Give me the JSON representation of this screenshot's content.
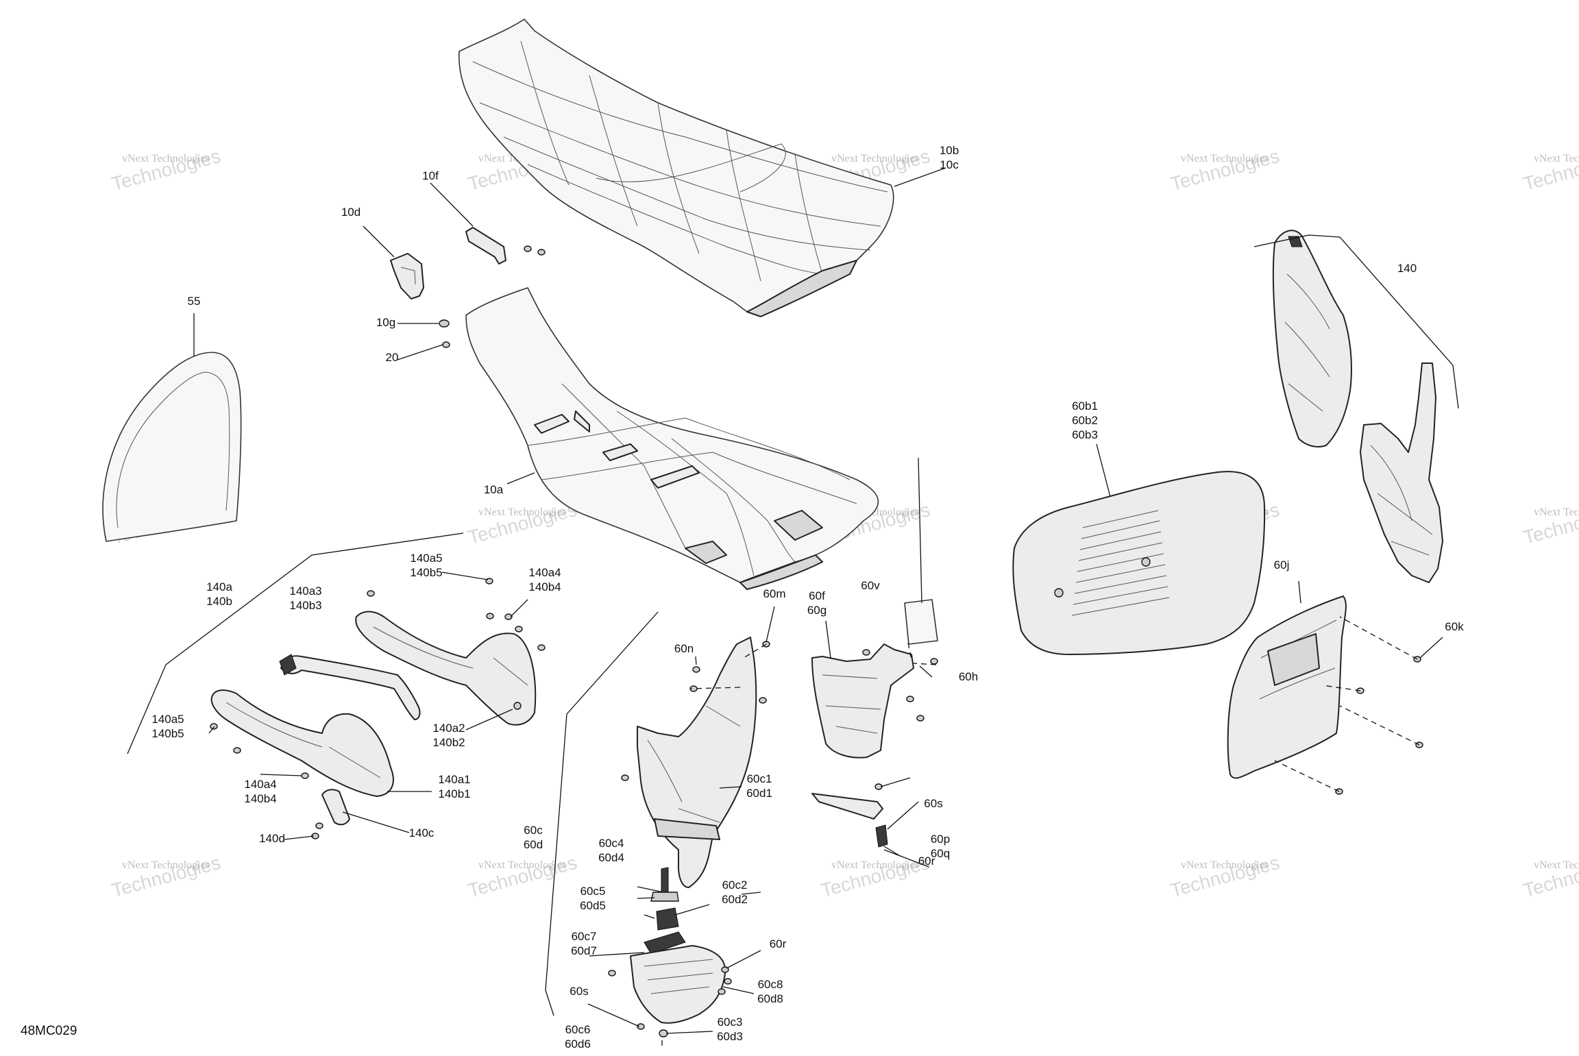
{
  "diagram": {
    "figure_code": "48MC029",
    "watermark": {
      "line1": "vNext Technologies",
      "line2": "Technologies"
    },
    "parts": [
      {
        "id": "10b",
        "lines": [
          "10b",
          "10c"
        ]
      },
      {
        "id": "10f",
        "lines": [
          "10f"
        ]
      },
      {
        "id": "10d",
        "lines": [
          "10d"
        ]
      },
      {
        "id": "10g",
        "lines": [
          "10g"
        ]
      },
      {
        "id": "20",
        "lines": [
          "20"
        ]
      },
      {
        "id": "55",
        "lines": [
          "55"
        ]
      },
      {
        "id": "10a",
        "lines": [
          "10a"
        ]
      },
      {
        "id": "140",
        "lines": [
          "140"
        ]
      },
      {
        "id": "60b",
        "lines": [
          "60b1",
          "60b2",
          "60b3"
        ]
      },
      {
        "id": "60j",
        "lines": [
          "60j"
        ]
      },
      {
        "id": "60k",
        "lines": [
          "60k"
        ]
      },
      {
        "id": "140a",
        "lines": [
          "140a",
          "140b"
        ]
      },
      {
        "id": "140a5_top",
        "lines": [
          "140a5",
          "140b5"
        ]
      },
      {
        "id": "140a4_top",
        "lines": [
          "140a4",
          "140b4"
        ]
      },
      {
        "id": "140a3",
        "lines": [
          "140a3",
          "140b3"
        ]
      },
      {
        "id": "140a2",
        "lines": [
          "140a2",
          "140b2"
        ]
      },
      {
        "id": "140a5_bot",
        "lines": [
          "140a5",
          "140b5"
        ]
      },
      {
        "id": "140a4_bot",
        "lines": [
          "140a4",
          "140b4"
        ]
      },
      {
        "id": "140a1",
        "lines": [
          "140a1",
          "140b1"
        ]
      },
      {
        "id": "140d",
        "lines": [
          "140d"
        ]
      },
      {
        "id": "140c",
        "lines": [
          "140c"
        ]
      },
      {
        "id": "60m",
        "lines": [
          "60m"
        ]
      },
      {
        "id": "60n",
        "lines": [
          "60n"
        ]
      },
      {
        "id": "60f",
        "lines": [
          "60f",
          "60g"
        ]
      },
      {
        "id": "60v",
        "lines": [
          "60v"
        ]
      },
      {
        "id": "60h",
        "lines": [
          "60h"
        ]
      },
      {
        "id": "60s_top",
        "lines": [
          "60s"
        ]
      },
      {
        "id": "60p",
        "lines": [
          "60p",
          "60q"
        ]
      },
      {
        "id": "60r_top",
        "lines": [
          "60r"
        ]
      },
      {
        "id": "60c1",
        "lines": [
          "60c1",
          "60d1"
        ]
      },
      {
        "id": "60c",
        "lines": [
          "60c",
          "60d"
        ]
      },
      {
        "id": "60c4",
        "lines": [
          "60c4",
          "60d4"
        ]
      },
      {
        "id": "60c5",
        "lines": [
          "60c5",
          "60d5"
        ]
      },
      {
        "id": "60c2",
        "lines": [
          "60c2",
          "60d2"
        ]
      },
      {
        "id": "60c7",
        "lines": [
          "60c7",
          "60d7"
        ]
      },
      {
        "id": "60r_bot",
        "lines": [
          "60r"
        ]
      },
      {
        "id": "60c8",
        "lines": [
          "60c8",
          "60d8"
        ]
      },
      {
        "id": "60s_bot",
        "lines": [
          "60s"
        ]
      },
      {
        "id": "60c3",
        "lines": [
          "60c3",
          "60d3"
        ]
      },
      {
        "id": "60c6",
        "lines": [
          "60c6",
          "60d6"
        ]
      }
    ]
  }
}
